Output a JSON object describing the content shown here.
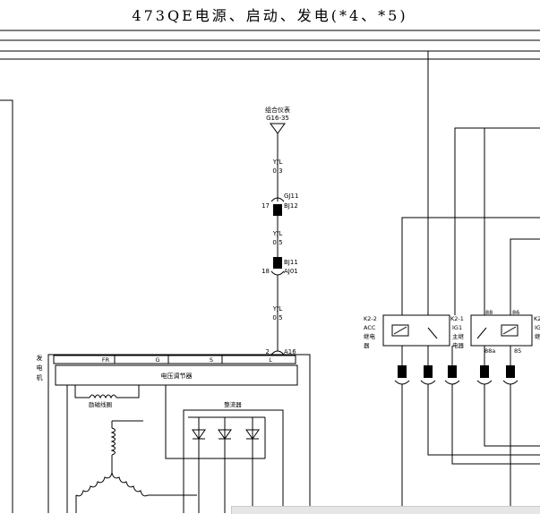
{
  "title": "473QE电源、启动、发电(*4、*5)",
  "instrument": {
    "name": "组合仪表",
    "pin": "G16-35"
  },
  "wires": [
    {
      "color": "Y/L",
      "gauge": "0.3"
    },
    {
      "color": "Y/L",
      "gauge": "0.5"
    },
    {
      "color": "Y/L",
      "gauge": "0.5"
    }
  ],
  "connectors": [
    {
      "pin": "17",
      "upper": "GJ11",
      "lower": "BJ12"
    },
    {
      "pin": "18",
      "upper": "BJ11",
      "lower": "AJ01"
    },
    {
      "pin": "2",
      "upper": "A16"
    }
  ],
  "generator": {
    "label": "发电机",
    "terminals": [
      "FR",
      "G",
      "S",
      "L"
    ],
    "regulator": "电压调节器",
    "field_coil": "励磁线圈",
    "rectifier": "整流器"
  },
  "relays": [
    {
      "id": "K2-2",
      "lines": [
        "ACC",
        "继电",
        "器"
      ]
    },
    {
      "id": "K2-1",
      "lines": [
        "IG1",
        "主继",
        "电器"
      ]
    },
    {
      "id": "K2",
      "lines": [
        "IG",
        "继"
      ]
    }
  ],
  "relay_pins": [
    "88",
    "86",
    "88a",
    "85"
  ],
  "colors": {
    "line": "#000000",
    "background": "#ffffff"
  }
}
